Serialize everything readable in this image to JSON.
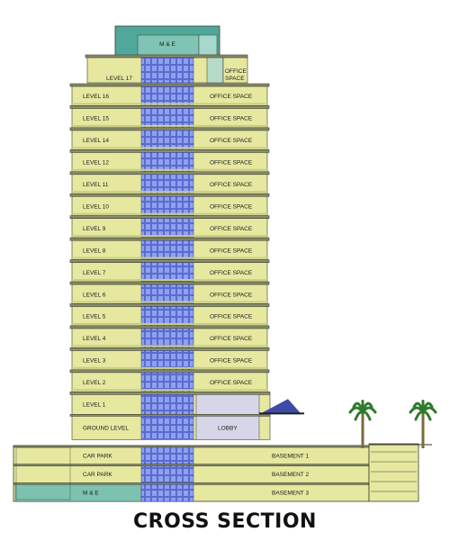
{
  "title": "CROSS SECTION",
  "roof_label": "M & E",
  "top_level": {
    "left": "LEVEL 17",
    "right": "OFFICE SPACE"
  },
  "tower_levels": [
    {
      "left": "LEVEL 16",
      "right": "OFFICE SPACE"
    },
    {
      "left": "LEVEL 15",
      "right": "OFFICE SPACE"
    },
    {
      "left": "LEVEL 14",
      "right": "OFFICE SPACE"
    },
    {
      "left": "LEVEL 12",
      "right": "OFFICE SPACE"
    },
    {
      "left": "LEVEL 11",
      "right": "OFFICE SPACE"
    },
    {
      "left": "LEVEL 10",
      "right": "OFFICE SPACE"
    },
    {
      "left": "LEVEL 9",
      "right": "OFFICE SPACE"
    },
    {
      "left": "LEVEL 8",
      "right": "OFFICE SPACE"
    },
    {
      "left": "LEVEL 7",
      "right": "OFFICE SPACE"
    },
    {
      "left": "LEVEL 6",
      "right": "OFFICE SPACE"
    },
    {
      "left": "LEVEL 5",
      "right": "OFFICE SPACE"
    },
    {
      "left": "LEVEL 4",
      "right": "OFFICE SPACE"
    },
    {
      "left": "LEVEL 3",
      "right": "OFFICE SPACE"
    },
    {
      "left": "LEVEL 2",
      "right": "OFFICE SPACE"
    }
  ],
  "level1": {
    "left": "LEVEL 1"
  },
  "ground": {
    "left": "GROUND LEVEL",
    "right": "LOBBY"
  },
  "basements": [
    {
      "left": "CAR PARK",
      "right": "BASEMENT 1"
    },
    {
      "left": "CAR PARK",
      "right": "BASEMENT 2"
    },
    {
      "left": "M & E",
      "right": "BASEMENT 3"
    }
  ],
  "colors": {
    "floor": "#e6e8a0",
    "core": "#5566c8",
    "roof": "#4fa89a",
    "slab": "#8a8f6a",
    "outline": "#3a3c2c",
    "canopy": "#3c4aa8"
  }
}
